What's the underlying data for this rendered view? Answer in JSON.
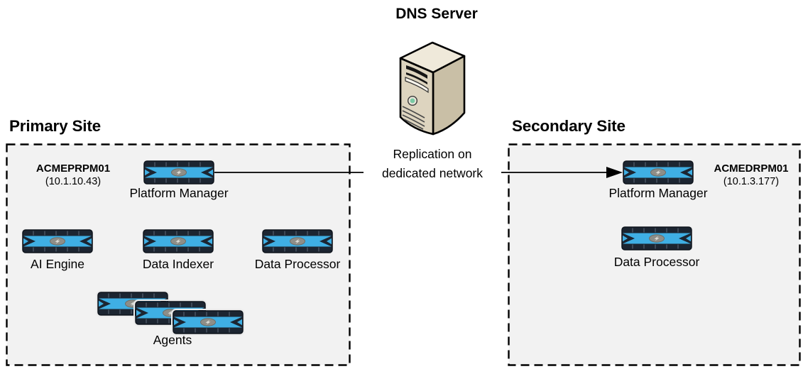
{
  "colors": {
    "appliance_blue": "#3fafe4",
    "appliance_dark": "#1c2531",
    "site_box_fill": "#f2f2f2",
    "server_top": "#efe9da",
    "server_front": "#ddd4bf",
    "server_side": "#c9bfa6"
  },
  "dns_server": {
    "label": "DNS Server",
    "icon": "tower-server-icon"
  },
  "replication_link": {
    "line1": "Replication on",
    "line2": "dedicated network"
  },
  "primary_site": {
    "title": "Primary Site",
    "hostname": "ACMEPRPM01",
    "ip": "(10.1.10.43)",
    "platform_manager_label": "Platform Manager",
    "nodes": [
      {
        "label": "AI Engine",
        "icon": "appliance-icon"
      },
      {
        "label": "Data Indexer",
        "icon": "appliance-icon"
      },
      {
        "label": "Data Processor",
        "icon": "appliance-icon"
      }
    ],
    "agents_label": "Agents",
    "agents_count": 3
  },
  "secondary_site": {
    "title": "Secondary Site",
    "hostname": "ACMEDRPM01",
    "ip": "(10.1.3.177)",
    "platform_manager_label": "Platform Manager",
    "nodes": [
      {
        "label": "Data Processor",
        "icon": "appliance-icon"
      }
    ]
  }
}
